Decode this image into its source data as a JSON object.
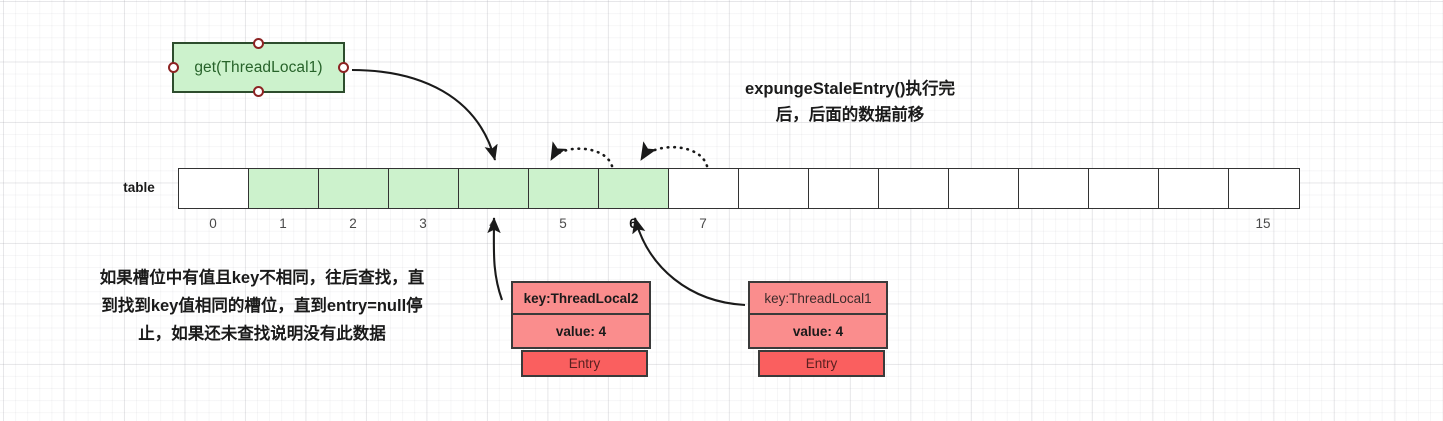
{
  "diagram": {
    "title_note": [
      "expungeStaleEntry()执行完",
      "后，后面的数据前移"
    ],
    "left_note": [
      "如果槽位中有值且key不相同，往后查找，直",
      "到找到key值相同的槽位，直到entry=null停",
      "止，如果还未查找说明没有此数据"
    ],
    "get_box": {
      "label": "get(ThreadLocal1)"
    },
    "table": {
      "row_label": "table",
      "cells": [
        {
          "index": "0",
          "filled": false,
          "index_visible": true
        },
        {
          "index": "1",
          "filled": true,
          "index_visible": true
        },
        {
          "index": "2",
          "filled": true,
          "index_visible": true
        },
        {
          "index": "3",
          "filled": true,
          "index_visible": true
        },
        {
          "index": "4",
          "filled": true,
          "index_visible": true
        },
        {
          "index": "5",
          "filled": true,
          "index_visible": true
        },
        {
          "index": "6",
          "filled": true,
          "index_visible": true,
          "emphasis": true
        },
        {
          "index": "7",
          "filled": false,
          "index_visible": true
        },
        {
          "index": "8",
          "filled": false,
          "index_visible": false
        },
        {
          "index": "9",
          "filled": false,
          "index_visible": false
        },
        {
          "index": "10",
          "filled": false,
          "index_visible": false
        },
        {
          "index": "11",
          "filled": false,
          "index_visible": false
        },
        {
          "index": "12",
          "filled": false,
          "index_visible": false
        },
        {
          "index": "13",
          "filled": false,
          "index_visible": false
        },
        {
          "index": "14",
          "filled": false,
          "index_visible": false
        },
        {
          "index": "15",
          "filled": false,
          "index_visible": true
        }
      ]
    },
    "entries": [
      {
        "id": "entry-threadlocal2",
        "key": "key:ThreadLocal2",
        "value": "value: 4",
        "tag": "Entry",
        "key_bold": true
      },
      {
        "id": "entry-threadlocal1",
        "key": "key:ThreadLocal1",
        "value": "value: 4",
        "tag": "Entry",
        "key_bold": false
      }
    ],
    "colors": {
      "fill_green": "#ccf2cc",
      "border_green": "#2d4d2d",
      "entry_pink": "#fa8d8d",
      "entry_red": "#fa5f5f",
      "stroke_dark": "#333333",
      "handle_red": "#8c2323"
    }
  }
}
